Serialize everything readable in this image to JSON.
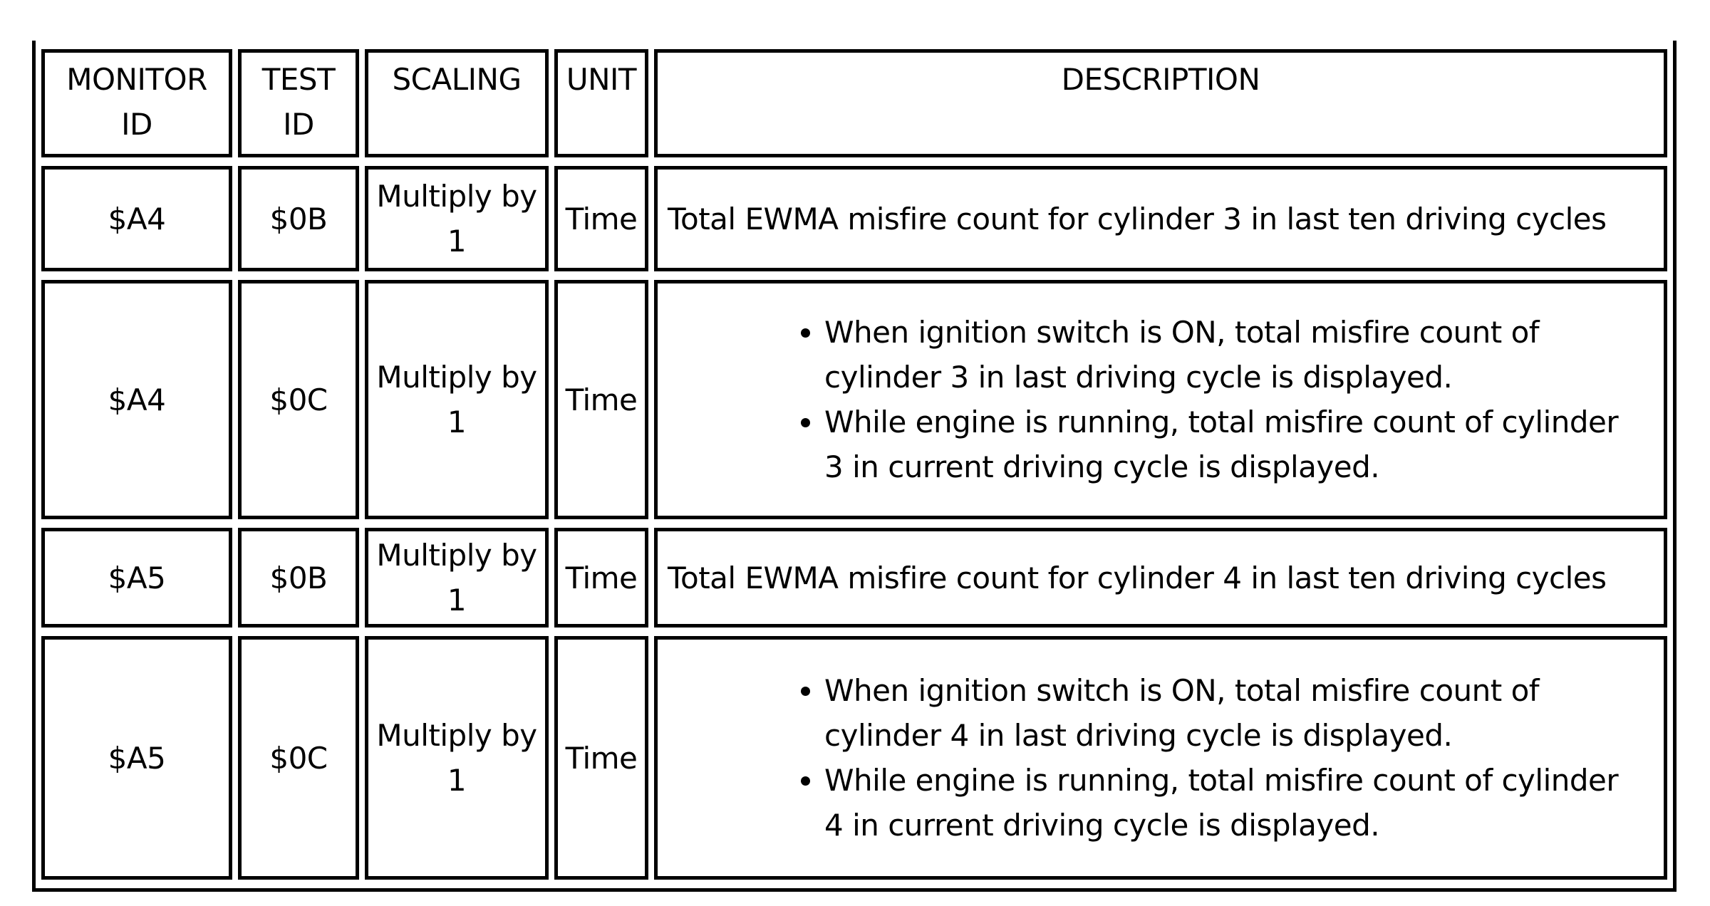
{
  "colors": {
    "page_background": "#ffffff",
    "table_border": "#000000",
    "text": "#000000"
  },
  "table": {
    "headers": {
      "monitor_id": [
        "MONITOR",
        "ID"
      ],
      "test_id": [
        "TEST",
        "ID"
      ],
      "scaling": "SCALING",
      "unit": "UNIT",
      "description": "DESCRIPTION"
    },
    "rows": [
      {
        "monitor_id": "$A4",
        "test_id": "$0B",
        "scaling_lines": [
          "Multiply by",
          "1"
        ],
        "unit": "Time",
        "description": {
          "type": "text",
          "text": "Total EWMA misfire count for cylinder 3 in last ten driving cycles"
        }
      },
      {
        "monitor_id": "$A4",
        "test_id": "$0C",
        "scaling_lines": [
          "Multiply by",
          "1"
        ],
        "unit": "Time",
        "description": {
          "type": "bullets",
          "bullets": [
            {
              "lines": [
                "When ignition switch is ON, total misfire count of",
                "cylinder 3 in last driving cycle is displayed."
              ]
            },
            {
              "lines": [
                "While engine is running, total misfire count of cylinder",
                "3 in current driving cycle is displayed."
              ]
            }
          ]
        }
      },
      {
        "monitor_id": "$A5",
        "test_id": "$0B",
        "scaling_lines": [
          "Multiply by",
          "1"
        ],
        "unit": "Time",
        "description": {
          "type": "text",
          "text": "Total EWMA misfire count for cylinder 4 in last ten driving cycles"
        }
      },
      {
        "monitor_id": "$A5",
        "test_id": "$0C",
        "scaling_lines": [
          "Multiply by",
          "1"
        ],
        "unit": "Time",
        "description": {
          "type": "bullets",
          "bullets": [
            {
              "lines": [
                "When ignition switch is ON, total misfire count of",
                "cylinder 4 in last driving cycle is displayed."
              ]
            },
            {
              "lines": [
                "While engine is running, total misfire count of cylinder",
                "4 in current driving cycle is displayed."
              ]
            }
          ]
        }
      }
    ]
  }
}
